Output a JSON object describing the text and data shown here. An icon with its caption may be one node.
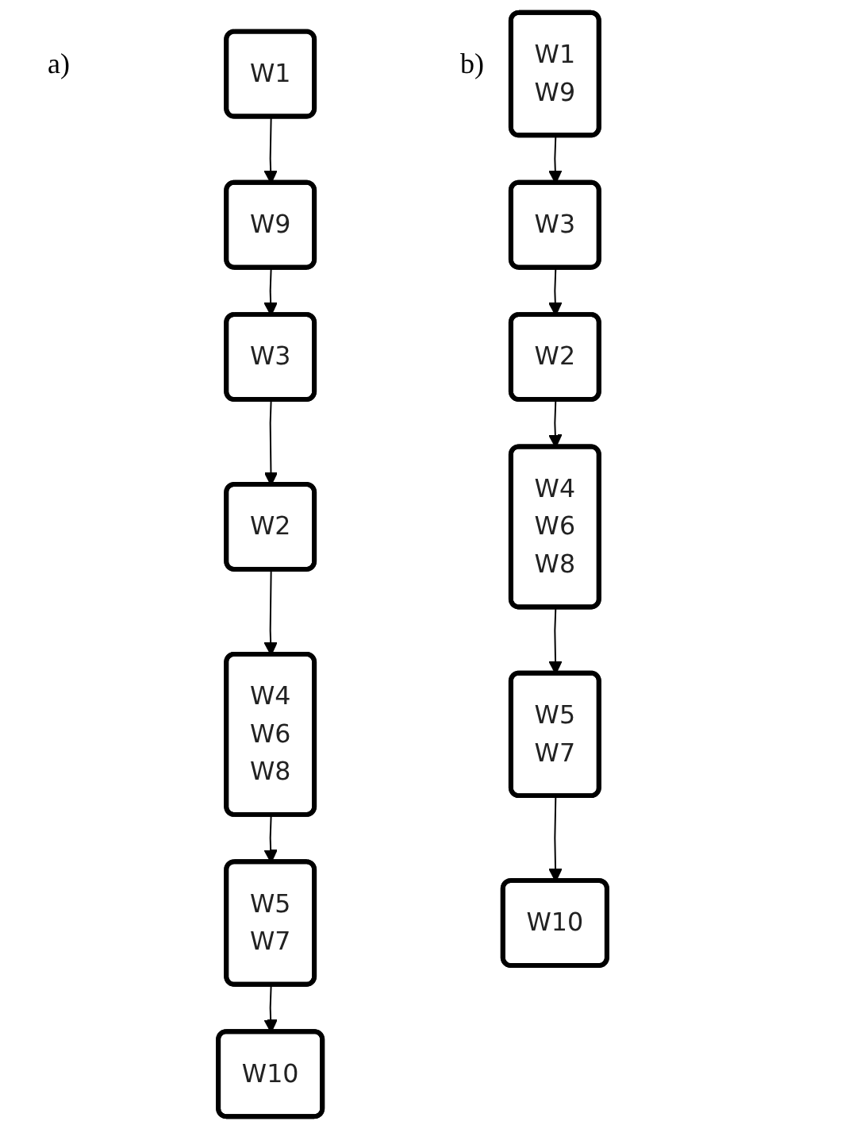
{
  "diagram": {
    "nodes": [
      {
        "text": [
          "W1"
        ]
      },
      {
        "text": [
          "W9"
        ]
      },
      {
        "text": [
          "W3"
        ]
      },
      {
        "text": [
          "W2"
        ]
      },
      {
        "text": [
          "W4 W6 W8"
        ]
      },
      {
        "text": [
          "W5 W7"
        ]
      },
      {
        "text": [
          "W10"
        ]
      },
      {
        "text": [
          "W1 W9"
        ]
      },
      {
        "text": [
          "W3"
        ]
      },
      {
        "text": [
          "W2"
        ]
      },
      {
        "text": [
          "W4 W6 W8"
        ]
      },
      {
        "text": [
          "W5 W7"
        ]
      },
      {
        "text": [
          "W10"
        ]
      }
    ],
    "edges": [
      {
        "from": 0,
        "to": 1,
        "arrow": "to"
      },
      {
        "from": 1,
        "to": 2,
        "arrow": "to"
      },
      {
        "from": 2,
        "to": 3,
        "arrow": "to"
      },
      {
        "from": 3,
        "to": 4,
        "arrow": "to"
      },
      {
        "from": 4,
        "to": 5,
        "arrow": "to"
      },
      {
        "from": 5,
        "to": 6,
        "arrow": "to"
      },
      {
        "from": 7,
        "to": 8,
        "arrow": "to"
      },
      {
        "from": 8,
        "to": 9,
        "arrow": "to"
      },
      {
        "from": 9,
        "to": 10,
        "arrow": "to"
      },
      {
        "from": 10,
        "to": 11,
        "arrow": "to"
      },
      {
        "from": 11,
        "to": 12,
        "arrow": "to"
      }
    ],
    "labels": [
      "a)",
      "b)"
    ]
  }
}
